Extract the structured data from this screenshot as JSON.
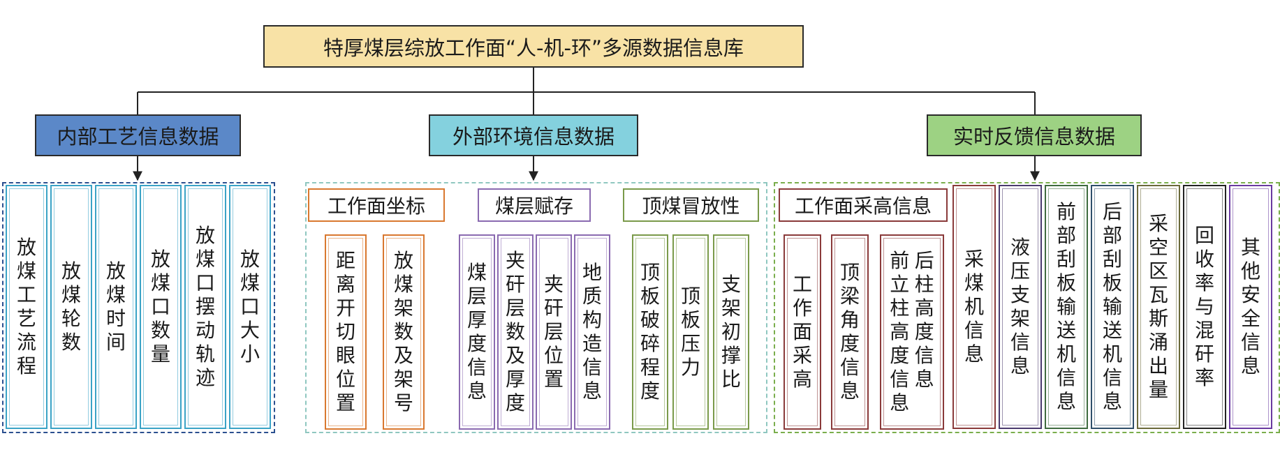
{
  "root": {
    "label": "特厚煤层综放工作面“人-机-环”多源数据信息库"
  },
  "internal": {
    "label": "内部工艺信息数据",
    "items": [
      "放煤工艺流程",
      "放煤轮数",
      "放煤时间",
      "放煤口数量",
      "放煤口摆动轨迹",
      "放煤口大小"
    ]
  },
  "external": {
    "label": "外部环境信息数据",
    "coord": {
      "label": "工作面坐标",
      "items": [
        "距离开切眼位置",
        "放煤架数及架号"
      ]
    },
    "seam": {
      "label": "煤层赋存",
      "items": [
        "煤层厚度信息",
        "夹矸层数及厚度",
        "夹矸层位置",
        "地质构造信息"
      ]
    },
    "caving": {
      "label": "顶煤冒放性",
      "items": [
        "顶板破碎程度",
        "顶板压力",
        "支架初撑比"
      ]
    }
  },
  "realtime": {
    "label": "实时反馈信息数据",
    "height": {
      "label": "工作面采高信息",
      "items": [
        "工作面采高",
        "顶梁角度信息",
        "前立柱高度信息",
        "后柱高度信息"
      ]
    },
    "items": [
      "采煤机信息",
      "液压支架信息",
      "前部刮板输送机信息",
      "后部刮板输送机信息",
      "采空区瓦斯涌出量",
      "回收率与混矸率",
      "其他安全信息"
    ]
  },
  "colors": {
    "root_fill": "#f8e2a6",
    "internal_fill": "#5b88c8",
    "external_fill": "#84d1de",
    "realtime_fill": "#9dd283",
    "internal_leaf": "#3aa3c6",
    "coord": "#d9782f",
    "seam": "#8a6ab0",
    "caving": "#7a9a4a",
    "height": "#8a3a3a"
  }
}
